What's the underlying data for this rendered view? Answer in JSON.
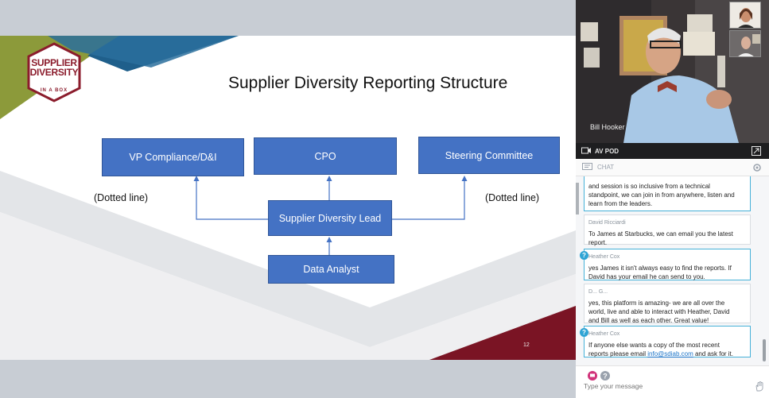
{
  "slide": {
    "logo_line1": "SUPPLIER",
    "logo_line2": "DIVERSITY",
    "logo_line3": "IN A BOX",
    "title": "Supplier Diversity Reporting Structure",
    "boxes": {
      "vp": "VP Compliance/D&I",
      "cpo": "CPO",
      "steering": "Steering Committee",
      "lead": "Supplier Diversity Lead",
      "analyst": "Data Analyst"
    },
    "dotted_left": "(Dotted line)",
    "dotted_right": "(Dotted line)",
    "page_number": "12"
  },
  "video": {
    "speaker_name": "Bill Hooker"
  },
  "av_pod": {
    "label": "AV POD"
  },
  "chat": {
    "header": "CHAT",
    "messages": [
      {
        "sender": "",
        "text": "and session is so inclusive from a technical\nstandpoint, we can join in from anywhere, listen and\nlearn from the leaders."
      },
      {
        "sender": "David Ricciardi",
        "text": "To James at Starbucks, we can email you the latest\nreport."
      },
      {
        "sender": "Heather Cox",
        "text": "yes James it isn't always easy to find the reports. If\nDavid has your email he can send to you."
      },
      {
        "sender": "D... G...",
        "text": "yes, this platform is amazing- we are all over the\nworld, live and able to interact with Heather, David\nand Bill as well as each other. Great value!"
      },
      {
        "sender": "Heather Cox",
        "text_before": "If anyone else wants a copy of the most recent\nreports please email ",
        "email": "info@sdiab.com",
        "text_after": " and ask for it."
      }
    ],
    "input_placeholder": "Type your message"
  },
  "colors": {
    "box_blue": "#4472c4",
    "logo_maroon": "#8b1c2c",
    "olive": "#8c9a3a",
    "chat_highlight": "#46b1d8"
  }
}
